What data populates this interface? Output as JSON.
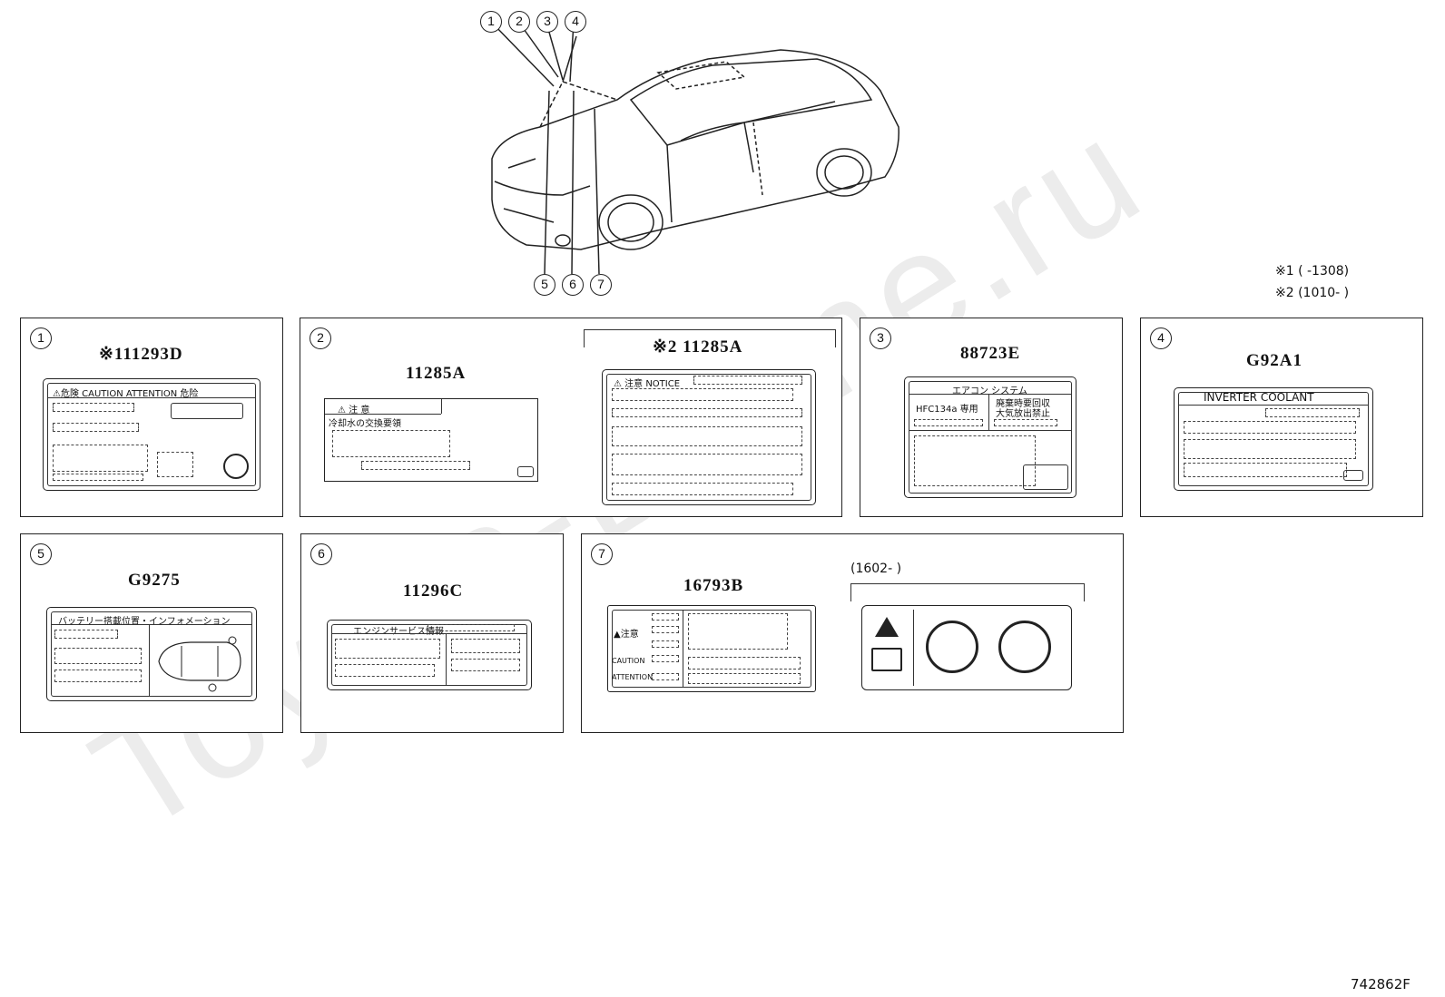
{
  "watermark": "Toyota-Dwine.ru",
  "diagram_code": "742862F",
  "footnotes": {
    "note1": "※1 (       -1308)",
    "note2": "※2 (1010-       )"
  },
  "car_callouts": [
    "1",
    "2",
    "3",
    "4",
    "5",
    "6",
    "7"
  ],
  "panels": [
    {
      "num": "1",
      "part": "※111293D",
      "texts": {
        "header": "⚠危険  CAUTION  ATTENTION  危险"
      }
    },
    {
      "num": "2",
      "part": "11285A",
      "part_alt": "※2 11285A",
      "texts": {
        "header": "⚠      注      意",
        "sub": "冷却水の交換要領",
        "header_alt": "⚠ 注意 NOTICE"
      }
    },
    {
      "num": "3",
      "part": "88723E",
      "texts": {
        "header": "エアコン  システム",
        "c1": "HFC134a  専用",
        "c2a": "廃棄時要回収",
        "c2b": "大気放出禁止"
      }
    },
    {
      "num": "4",
      "part": "G92A1",
      "texts": {
        "header": "INVERTER COOLANT"
      }
    },
    {
      "num": "5",
      "part": "G9275",
      "texts": {
        "header": "バッテリー搭載位置・インフォメーション"
      }
    },
    {
      "num": "6",
      "part": "11296C",
      "texts": {
        "header": "エンジンサービス情報"
      }
    },
    {
      "num": "7",
      "part": "16793B",
      "range": "(1602-       )",
      "texts": {
        "t1": "▲注意",
        "t2": "CAUTION",
        "t3": "ATTENTION"
      }
    }
  ]
}
